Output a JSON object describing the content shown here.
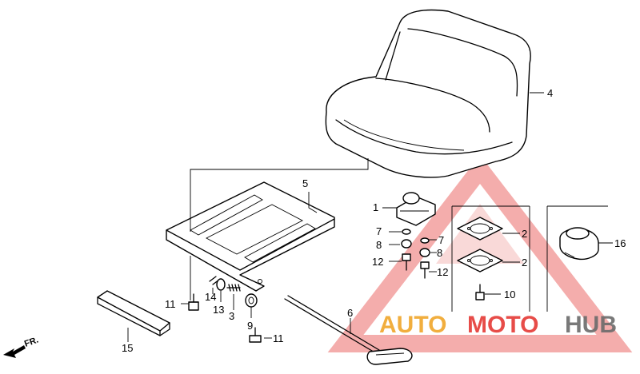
{
  "callouts": {
    "c1": "1",
    "c2a": "2",
    "c2b": "2",
    "c3": "3",
    "c4": "4",
    "c5": "5",
    "c6": "6",
    "c7a": "7",
    "c7b": "7",
    "c8a": "8",
    "c8b": "8",
    "c9": "9",
    "c10": "10",
    "c11a": "11",
    "c11b": "11",
    "c12a": "12",
    "c12b": "12",
    "c13": "13",
    "c14": "14",
    "c15": "15",
    "c16": "16"
  },
  "direction_label": "FR.",
  "watermark": {
    "word1": "AUTO",
    "word2": "MOTO",
    "word3": "HUB",
    "color_orange": "#f0a62a",
    "color_red": "#e53935",
    "color_gray": "#6b6b6b"
  }
}
